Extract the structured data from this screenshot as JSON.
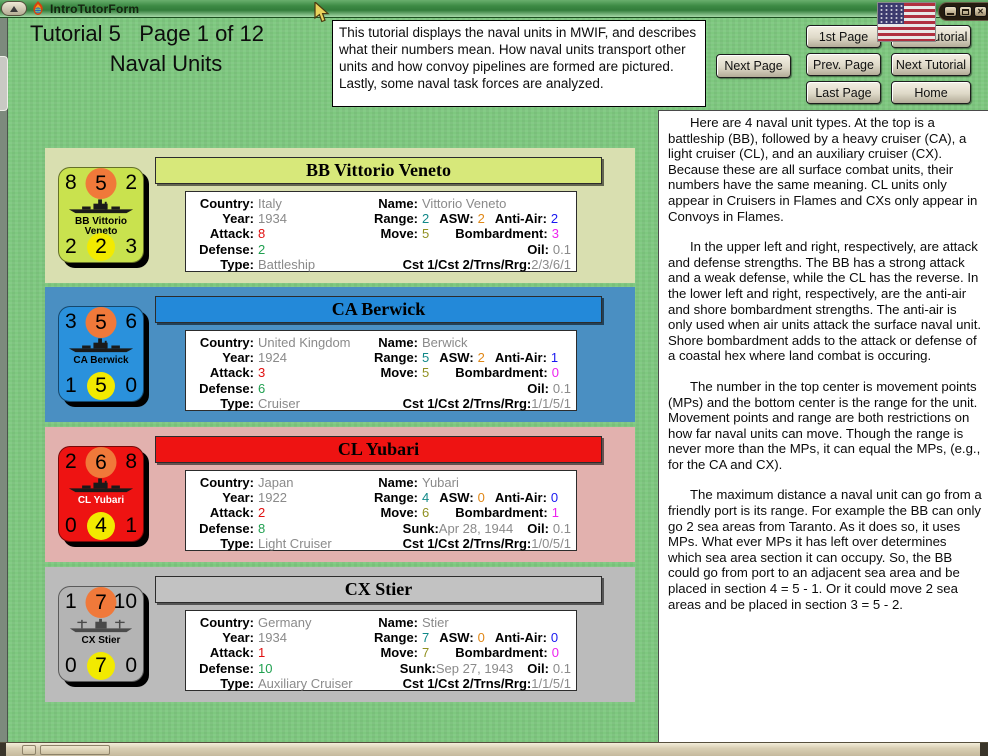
{
  "window": {
    "title": "IntroTutorForm"
  },
  "icons": {
    "close": "✕",
    "flag": "us-flag",
    "app": "world-in-flames"
  },
  "header": {
    "line1": "Tutorial 5   Page 1 of 12",
    "line2": "Naval Units",
    "description": "This tutorial displays the naval units in MWIF, and describes what their numbers mean.  How naval units transport other units and how convoy pipelines are formed are pictured.  Lastly, some naval task forces are analyzed."
  },
  "nav": {
    "next_page": "Next Page",
    "first_page": "1st Page",
    "prev_page": "Prev. Page",
    "last_page": "Last Page",
    "prev_tutorial": "Prev. Tutorial",
    "next_tutorial": "Next Tutorial",
    "home": "Home"
  },
  "stats_labels": {
    "country": "Country:",
    "year": "Year:",
    "attack": "Attack:",
    "defense": "Defense:",
    "type": "Type:",
    "name": "Name:",
    "range": "Range:",
    "asw": "ASW:",
    "antiair": "Anti-Air:",
    "move": "Move:",
    "bombardment": "Bombardment:",
    "oil": "Oil:",
    "cst": "Cst 1/Cst 2/Trns/Rrg:"
  },
  "units": [
    {
      "code": "BB",
      "header": "BB Vittorio Veneto",
      "counter": {
        "top_left": "8",
        "top_center": "5",
        "top_right": "2",
        "bottom_left": "2",
        "bottom_center": "2",
        "bottom_right": "3",
        "label": "BB Vittorio\nVeneto"
      },
      "stats": {
        "country": "Italy",
        "year": "1934",
        "attack": "8",
        "defense": "2",
        "type": "Battleship",
        "name": "Vittorio Veneto",
        "range": "2",
        "asw": "2",
        "antiair": "2",
        "move": "5",
        "bombardment": "3",
        "sunk_label": "",
        "sunk": "",
        "oil": "0.1",
        "cst": "2/3/6/1"
      }
    },
    {
      "code": "CA",
      "header": "CA Berwick",
      "counter": {
        "top_left": "3",
        "top_center": "5",
        "top_right": "6",
        "bottom_left": "1",
        "bottom_center": "5",
        "bottom_right": "0",
        "label": "CA Berwick"
      },
      "stats": {
        "country": "United Kingdom",
        "year": "1924",
        "attack": "3",
        "defense": "6",
        "type": "Cruiser",
        "name": "Berwick",
        "range": "5",
        "asw": "2",
        "antiair": "1",
        "move": "5",
        "bombardment": "0",
        "sunk_label": "",
        "sunk": "",
        "oil": "0.1",
        "cst": "1/1/5/1"
      }
    },
    {
      "code": "CL",
      "header": "CL Yubari",
      "counter": {
        "top_left": "2",
        "top_center": "6",
        "top_right": "8",
        "bottom_left": "0",
        "bottom_center": "4",
        "bottom_right": "1",
        "label": "CL Yubari"
      },
      "stats": {
        "country": "Japan",
        "year": "1922",
        "attack": "2",
        "defense": "8",
        "type": "Light Cruiser",
        "name": "Yubari",
        "range": "4",
        "asw": "0",
        "antiair": "0",
        "move": "6",
        "bombardment": "1",
        "sunk_label": "Sunk:",
        "sunk": "Apr 28, 1944",
        "oil": "0.1",
        "cst": "1/0/5/1"
      }
    },
    {
      "code": "CX",
      "header": "CX Stier",
      "counter": {
        "top_left": "1",
        "top_center": "7",
        "top_right": "10",
        "bottom_left": "0",
        "bottom_center": "7",
        "bottom_right": "0",
        "label": "CX Stier"
      },
      "stats": {
        "country": "Germany",
        "year": "1934",
        "attack": "1",
        "defense": "10",
        "type": "Auxiliary Cruiser",
        "name": "Stier",
        "range": "7",
        "asw": "0",
        "antiair": "0",
        "move": "7",
        "bombardment": "0",
        "sunk_label": "Sunk:",
        "sunk": "Sep 27, 1943",
        "oil": "0.1",
        "cst": "1/1/5/1"
      }
    }
  ],
  "side_text": {
    "paragraphs": [
      "Here are 4 naval unit types. At the top is a battleship (BB), followed by a heavy cruiser (CA), a light cruiser (CL), and an auxiliary cruiser (CX).  Because these are all surface combat units, their numbers have the same meaning.  CL units only appear in Cruisers in Flames and CXs only appear in Convoys in Flames.",
      "In the upper left and right, respectively, are attack and defense strengths. The BB has a strong attack and a weak defense, while the CL has the reverse.  In the lower left and right, respectively, are the anti-air and shore bombardment strengths. The anti-air is only used when air units attack the surface naval unit.  Shore bombardment adds to the attack or defense of a coastal hex where land combat is occuring.",
      "The number in the top center is movement points (MPs) and the bottom center is the range for the unit.  Movement points and range are both restrictions on how far naval units can move.  Though the range is never more than the MPs, it can equal the MPs, (e.g., for the CA and CX).",
      "The maximum distance a naval unit can go from a friendly port is its range.  For example the BB can only go 2 sea areas from Taranto. As it does so, it uses MPs. What ever MPs it has left over determines which sea area section it can occupy.  So, the BB could go from port to an adjacent sea area and be placed in section 4 = 5 - 1.  Or it could move 2 sea areas and be placed in section 3 = 5 - 2."
    ]
  },
  "colors": {
    "screen_bg": "#7ec87f",
    "desc_bg": "#ffffff",
    "button_face": "#ded9c8",
    "value_gray": "#8a8a8a",
    "attack_red": "#e01010",
    "defense_green": "#20a050",
    "range_teal": "#108888",
    "asw_orange": "#e08818",
    "antiair_blue": "#1818f0",
    "move_olive": "#909020",
    "bombardment_magenta": "#ee22ee",
    "circle_orange": "#f0793a",
    "circle_yellow": "#f2ea00",
    "bb_band": "#d9dfb0",
    "bb_header": "#d7e87a",
    "bb_counter": "#c9e24e",
    "ca_band": "#4a8fc2",
    "ca_header": "#2389d9",
    "ca_counter": "#2a91dc",
    "cl_band": "#e2b1ae",
    "cl_header": "#ee1312",
    "cl_counter": "#ee1312",
    "cx_band": "#bbbbbb",
    "cx_header": "#c2c2c2",
    "cx_counter": "#b4b4b4"
  }
}
